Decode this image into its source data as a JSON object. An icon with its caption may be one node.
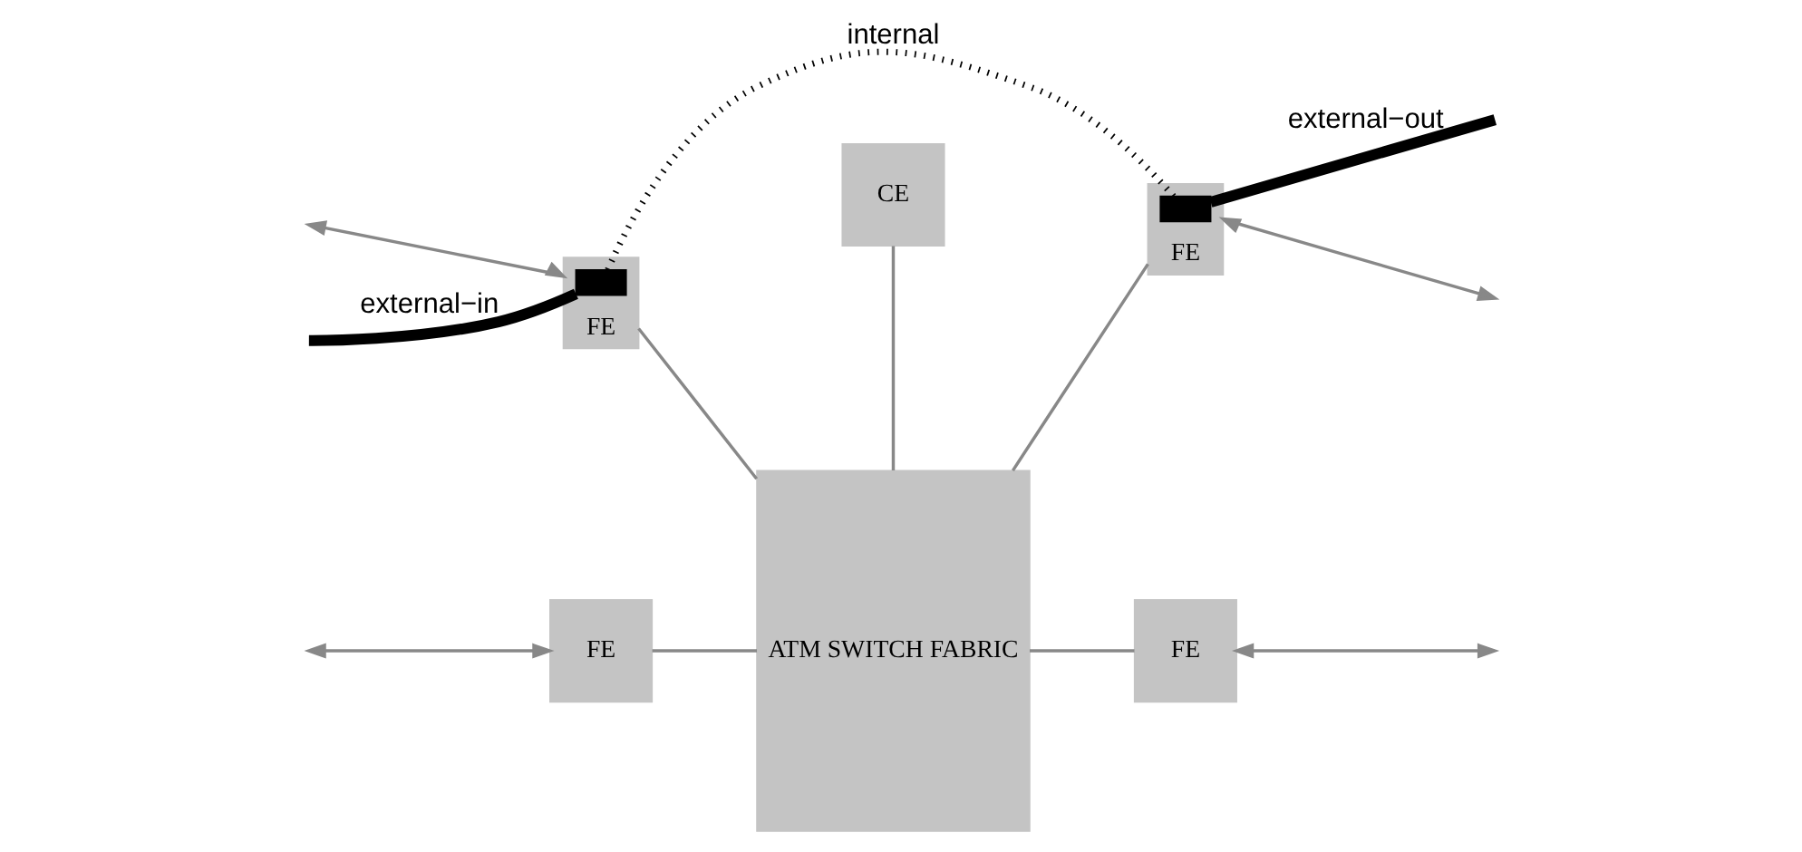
{
  "diagram": {
    "nodes": [
      {
        "text": [
          "CE"
        ]
      },
      {
        "text": [
          "ATM SWITCH FABRIC"
        ]
      },
      {
        "text": [
          "FE"
        ]
      },
      {
        "text": [
          "FE"
        ]
      },
      {
        "text": [
          "FE"
        ]
      },
      {
        "text": [
          "FE"
        ]
      },
      {
        "text": [],
        "shape": "box",
        "in": 2
      },
      {
        "text": [],
        "shape": "box",
        "in": 4
      }
    ],
    "edges": [
      {
        "from": 0,
        "to": 1,
        "arrow": "none"
      },
      {
        "from": 2,
        "to": 1,
        "arrow": "none"
      },
      {
        "from": 3,
        "to": 1,
        "arrow": "none"
      },
      {
        "from": 1,
        "to": 4,
        "arrow": "none"
      },
      {
        "from": 1,
        "to": 5,
        "arrow": "none"
      },
      {
        "from": null,
        "to": 2,
        "arrow": "both"
      },
      {
        "from": null,
        "to": 3,
        "arrow": "both"
      },
      {
        "from": 4,
        "to": null,
        "arrow": "both"
      },
      {
        "from": 5,
        "to": null,
        "arrow": "both"
      },
      {
        "from": null,
        "to": 6,
        "arrow": "none",
        "label": "external−in",
        "style": "thick",
        "color": "#000000"
      },
      {
        "from": 6,
        "to": 7,
        "arrow": "none",
        "label": "internal",
        "style": "dashed",
        "color": "#000000"
      },
      {
        "from": 7,
        "to": null,
        "arrow": "none",
        "label": "external−out",
        "style": "thick",
        "color": "#000000"
      }
    ]
  }
}
